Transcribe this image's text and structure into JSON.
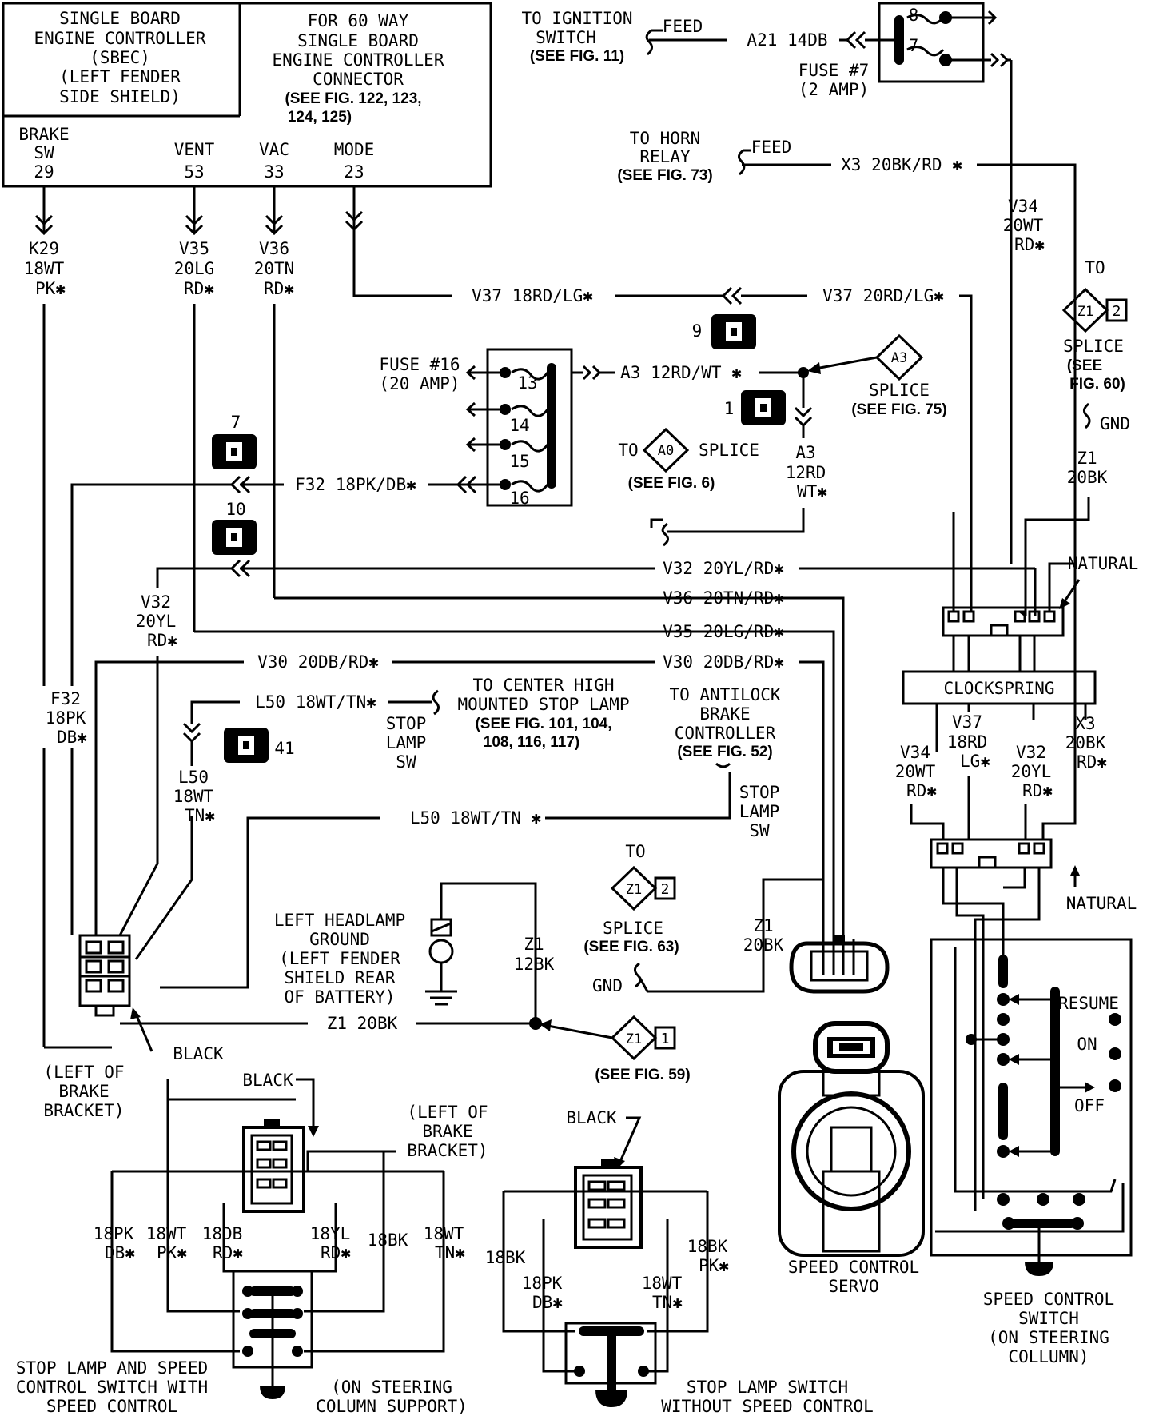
{
  "sbec": {
    "title": [
      "SINGLE BOARD",
      "ENGINE CONTROLLER",
      "(SBEC)",
      "(LEFT FENDER",
      "SIDE SHIELD)"
    ],
    "connector": [
      "FOR 60 WAY",
      "SINGLE BOARD",
      "ENGINE CONTROLLER",
      "CONNECTOR"
    ],
    "connector_ref": [
      "(SEE FIG. 122, 123,",
      "124, 125)"
    ],
    "pins": [
      {
        "name": [
          "BRAKE",
          "SW"
        ],
        "num": "29"
      },
      {
        "name": [
          "VENT"
        ],
        "num": "53"
      },
      {
        "name": [
          "VAC"
        ],
        "num": "33"
      },
      {
        "name": [
          "MODE"
        ],
        "num": "23"
      }
    ]
  },
  "wires": {
    "k29": [
      "K29",
      "18WT",
      "PK✱"
    ],
    "v35": [
      "V35",
      "20LG",
      "RD✱"
    ],
    "v36": [
      "V36",
      "20TN",
      "RD✱"
    ],
    "v37_left": "V37 18RD/LG✱",
    "v37_right": "V37 20RD/LG✱",
    "a3_h": "A3 12RD/WT ✱",
    "a3_v": [
      "A3",
      "12RD",
      "WT✱"
    ],
    "f32_h": "F32 18PK/DB✱",
    "f32_v": [
      "F32",
      "18PK",
      "DB✱"
    ],
    "v32_h": "V32 20YL/RD✱",
    "v32_v": [
      "V32",
      "20YL",
      "RD✱"
    ],
    "v36_h": "V36 20TN/RD✱",
    "v35_h": "V35 20LG/RD✱",
    "v30_l": "V30 20DB/RD✱",
    "v30_r": "V30 20DB/RD✱",
    "l50_top": "L50 18WT/TN✱",
    "l50_v": [
      "L50",
      "18WT",
      "TN✱"
    ],
    "l50_mid": "L50 18WT/TN ✱",
    "z1_20bk": "Z1 20BK",
    "z1_12bk": [
      "Z1",
      "12BK"
    ],
    "z1_20bk_v": [
      "Z1",
      "20BK"
    ],
    "z1_right": [
      "Z1",
      "20BK"
    ],
    "a21": "A21 14DB",
    "x3": "X3 20BK/RD ✱",
    "v34": [
      "V34",
      "20WT",
      "RD✱"
    ]
  },
  "ignition": {
    "to": [
      "TO IGNITION",
      "SWITCH"
    ],
    "ref": "(SEE FIG. 11)",
    "feed": "FEED"
  },
  "horn": {
    "to": [
      "TO HORN",
      "RELAY"
    ],
    "ref": "(SEE FIG. 73)",
    "feed": "FEED"
  },
  "fuse7": {
    "label": [
      "FUSE #7",
      "(2 AMP)"
    ],
    "pins": [
      "8",
      "7"
    ]
  },
  "fuse16": {
    "label": [
      "FUSE #16",
      "(20 AMP)"
    ],
    "pins": [
      "13",
      "14",
      "15",
      "16"
    ]
  },
  "connectors": {
    "c9": "9",
    "c1": "1",
    "c7": "7",
    "c10": "10",
    "c41": "41"
  },
  "splice_a3": {
    "tag": "A3",
    "label": [
      "SPLICE",
      "(SEE FIG. 75)"
    ]
  },
  "splice_a0": {
    "to": "TO",
    "tag": "A0",
    "label": "SPLICE",
    "ref": "(SEE FIG. 6)"
  },
  "splice_z1_top": {
    "to": "TO",
    "tag": "Z1",
    "num": "2",
    "label": "SPLICE",
    "ref": [
      "(SEE",
      "FIG. 60)"
    ],
    "gnd": "GND"
  },
  "splice_z1_mid": {
    "to": "TO",
    "tag": "Z1",
    "num": "2",
    "label": "SPLICE",
    "ref": "(SEE FIG. 63)",
    "gnd": "GND"
  },
  "splice_z1_bot": {
    "tag": "Z1",
    "num": "1",
    "ref": "(SEE FIG. 59)"
  },
  "natural_top": "NATURAL",
  "natural_bot": "NATURAL",
  "clockspring": {
    "label": "CLOCKSPRING",
    "wires": [
      [
        "V34",
        "20WT",
        "RD✱"
      ],
      [
        "V37",
        "18RD",
        "LG✱"
      ],
      [
        "V32",
        "20YL",
        "RD✱"
      ],
      [
        "X3",
        "20BK",
        "RD✱"
      ]
    ]
  },
  "chmsl": {
    "to": [
      "TO CENTER HIGH",
      "MOUNTED STOP LAMP"
    ],
    "ref": [
      "(SEE FIG. 101, 104,",
      "108, 116, 117)"
    ],
    "sw": [
      "STOP",
      "LAMP",
      "SW"
    ]
  },
  "abs": {
    "to": [
      "TO ANTILOCK",
      "BRAKE",
      "CONTROLLER"
    ],
    "ref": "(SEE FIG. 52)",
    "sw": [
      "STOP",
      "LAMP",
      "SW"
    ]
  },
  "headlamp_ground": [
    "LEFT HEADLAMP",
    "GROUND",
    "(LEFT FENDER",
    "SHIELD REAR",
    "OF BATTERY)"
  ],
  "black_label": "BLACK",
  "left_of_brake_bracket": [
    "(LEFT OF",
    "BRAKE",
    "BRACKET)"
  ],
  "switch_with": {
    "black": "BLACK",
    "bracket": [
      "(LEFT OF",
      "BRAKE",
      "BRACKET)"
    ],
    "wires": [
      [
        "18PK",
        "DB✱"
      ],
      [
        "18WT",
        "PK✱"
      ],
      [
        "18DB",
        "RD✱"
      ],
      [
        "18YL",
        "RD✱"
      ],
      [
        "18BK"
      ],
      [
        "18WT",
        "TN✱"
      ]
    ],
    "title": [
      "STOP LAMP AND SPEED",
      "CONTROL SWITCH WITH",
      "SPEED CONTROL"
    ],
    "note": [
      "(ON STEERING",
      "COLUMN SUPPORT)"
    ]
  },
  "switch_without": {
    "black": "BLACK",
    "wires": [
      [
        "18BK"
      ],
      [
        "18PK",
        "DB✱"
      ],
      [
        "18WT",
        "TN✱"
      ],
      [
        "18BK",
        "PK✱"
      ]
    ],
    "title": [
      "STOP LAMP SWITCH",
      "WITHOUT SPEED CONTROL"
    ]
  },
  "servo": [
    "SPEED CONTROL",
    "SERVO"
  ],
  "speed_switch": {
    "positions": [
      "RESUME",
      "ON",
      "OFF"
    ],
    "title": [
      "SPEED CONTROL",
      "SWITCH",
      "(ON STEERING",
      "COLLUMN)"
    ]
  }
}
